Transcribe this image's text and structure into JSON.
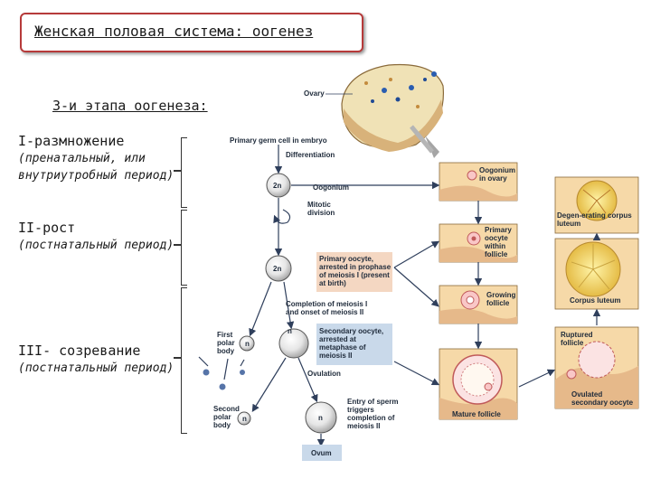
{
  "title": "Женская половая система: оогенез",
  "stages_heading": "3-и этапа оогенеза:",
  "stages": [
    {
      "name": "I-размножение",
      "note": "(пренатальный, или внутриутробный период)"
    },
    {
      "name": "II-рост",
      "note": "(постнатальный период)"
    },
    {
      "name": "III- созревание",
      "note": "(постнатальный период)"
    }
  ],
  "figure": {
    "ovary": "Ovary",
    "primary_germ_cell": "Primary germ cell in embryo",
    "differentiation": "Differentiation",
    "oogonium": "Oogonium",
    "mitotic_division": "Mitotic division",
    "primary_oocyte_note": "Primary oocyte, arrested in prophase of meiosis I (present at birth)",
    "completion_meiosis": "Completion of meiosis I and onset of meiosis II",
    "secondary_oocyte_note": "Secondary oocyte, arrested at metaphase of meiosis II",
    "first_polar_body": "First polar body",
    "ovulation": "Ovulation",
    "second_polar_body": "Second polar body",
    "sperm_entry": "Entry of sperm triggers completion of meiosis II",
    "ovum": "Ovum",
    "oogonium_in_ovary": "Oogonium in ovary",
    "primary_oocyte_follicle": "Primary oocyte within follicle",
    "growing_follicle": "Growing follicle",
    "mature_follicle": "Mature follicle",
    "degen_corpus": "Degen-erating corpus luteum",
    "corpus_luteum": "Corpus luteum",
    "ruptured_follicle": "Ruptured follicle",
    "ovulated_oocyte": "Ovulated secondary oocyte",
    "ploidy_2n": "2n",
    "ploidy_n": "n"
  },
  "colors": {
    "title_border": "#b63a3a",
    "panel": "#f6d9a8",
    "note_peach": "#f4d7c2",
    "note_blue": "#c9d9ea",
    "cell_blue": "#8aa0c4",
    "arrow": "#2f3f5c"
  }
}
